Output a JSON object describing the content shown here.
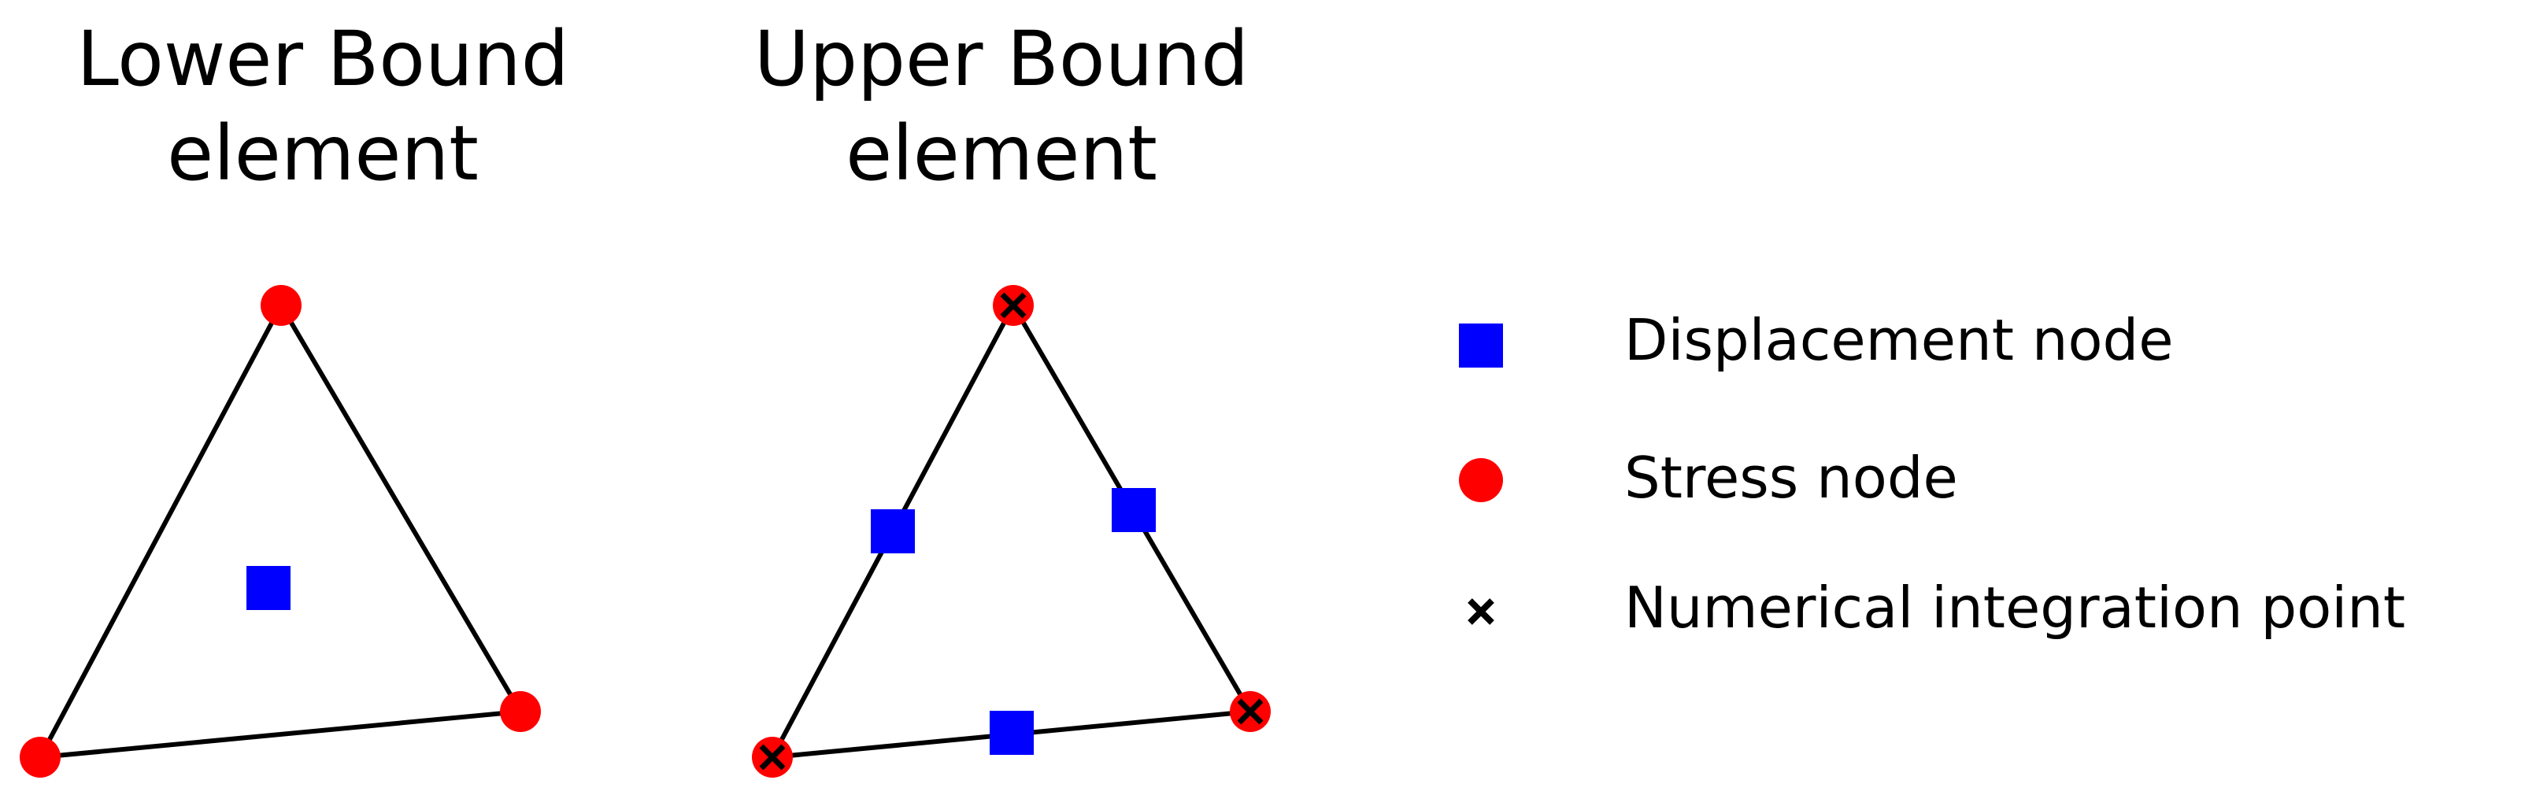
{
  "panels": [
    {
      "title_line1": "Lower Bound",
      "title_line2": "element"
    },
    {
      "title_line1": "Upper Bound",
      "title_line2": "element"
    }
  ],
  "legend": {
    "items": [
      {
        "label": "Displacement node",
        "marker": "square",
        "color": "#0000ff"
      },
      {
        "label": "Stress node",
        "marker": "circle",
        "color": "#ff0000"
      },
      {
        "label": "Numerical integration point",
        "marker": "cross",
        "color": "#000000"
      }
    ]
  },
  "colors": {
    "edge": "#000000",
    "displacement_node": "#0000ff",
    "stress_node": "#ff0000",
    "integration_point": "#000000"
  }
}
